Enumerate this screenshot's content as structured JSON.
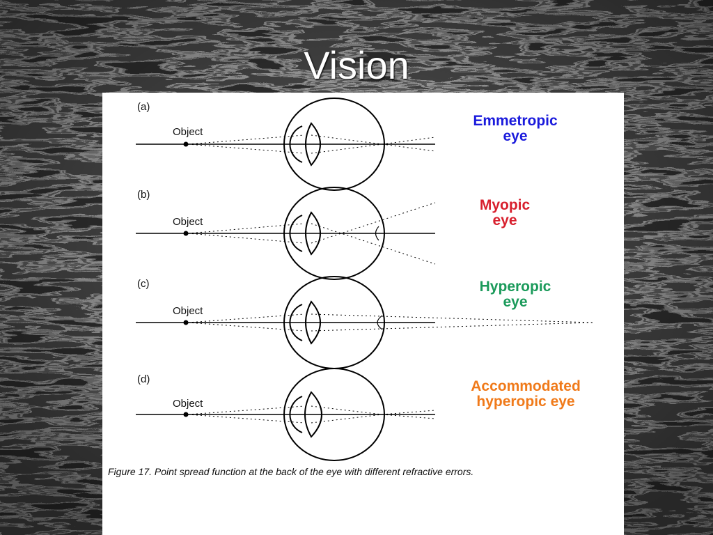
{
  "slide": {
    "title": "Vision"
  },
  "figure": {
    "panels": [
      {
        "letter": "(a)",
        "object_label": "Object",
        "eye_type": [
          "Emmetropic",
          "eye"
        ],
        "color": "#1a1adc"
      },
      {
        "letter": "(b)",
        "object_label": "Object",
        "eye_type": [
          "Myopic",
          "eye"
        ],
        "color": "#d8202e"
      },
      {
        "letter": "(c)",
        "object_label": "Object",
        "eye_type": [
          "Hyperopic",
          "eye"
        ],
        "color": "#1a9a5a"
      },
      {
        "letter": "(d)",
        "object_label": "Object",
        "eye_type": [
          "Accommodated",
          "hyperopic eye"
        ],
        "color": "#f07a1a"
      }
    ],
    "caption": "Figure 17. Point spread function at the back of the eye with different refractive errors."
  }
}
